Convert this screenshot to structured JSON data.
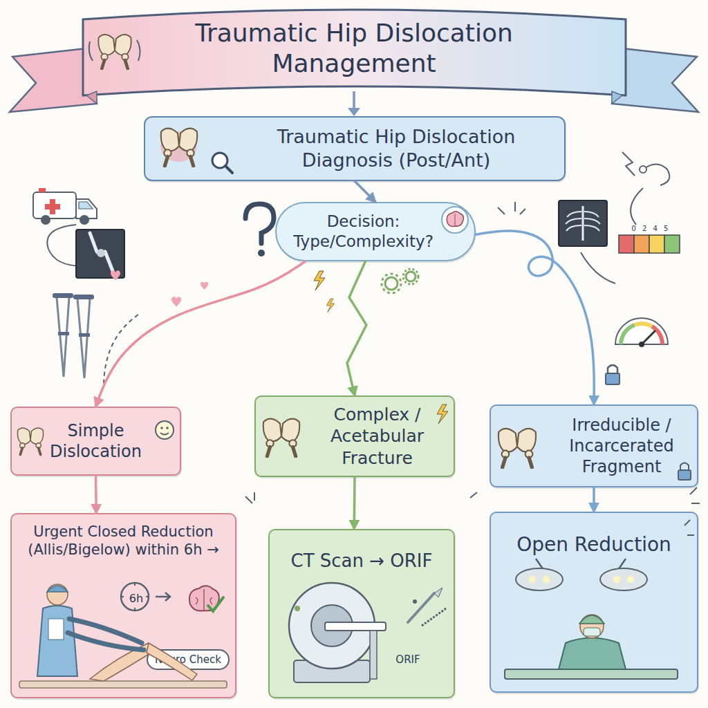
{
  "diagram": {
    "title": "Traumatic Hip Dislocation Management",
    "nodes": [
      {
        "text": [
          "Traumatic Hip Dislocation Diagnosis (Post/Ant)"
        ]
      },
      {
        "text": [
          "Decision: Type/Complexity?"
        ]
      },
      {
        "text": [
          "Simple Dislocation"
        ]
      },
      {
        "text": [
          "Complex / Acetabular Fracture"
        ]
      },
      {
        "text": [
          "Irreducible / Incarcerated Fragment"
        ]
      },
      {
        "text": [
          "Urgent Closed Reduction (Allis/Bigelow) within 6h →",
          "6h",
          "Neuro Check"
        ]
      },
      {
        "text": [
          "CT Scan → ORIF",
          "ORIF"
        ]
      },
      {
        "text": [
          "Open Reduction"
        ]
      }
    ],
    "edges": [
      {
        "from": 0,
        "to": 1,
        "arrow": "to"
      },
      {
        "from": 1,
        "to": 2,
        "arrow": "to"
      },
      {
        "from": 1,
        "to": 3,
        "arrow": "to"
      },
      {
        "from": 1,
        "to": 4,
        "arrow": "to"
      },
      {
        "from": 2,
        "to": 5,
        "arrow": "to"
      },
      {
        "from": 3,
        "to": 6,
        "arrow": "to"
      },
      {
        "from": 4,
        "to": 7,
        "arrow": "to"
      }
    ],
    "labels": [
      "0 2 4 5"
    ]
  }
}
